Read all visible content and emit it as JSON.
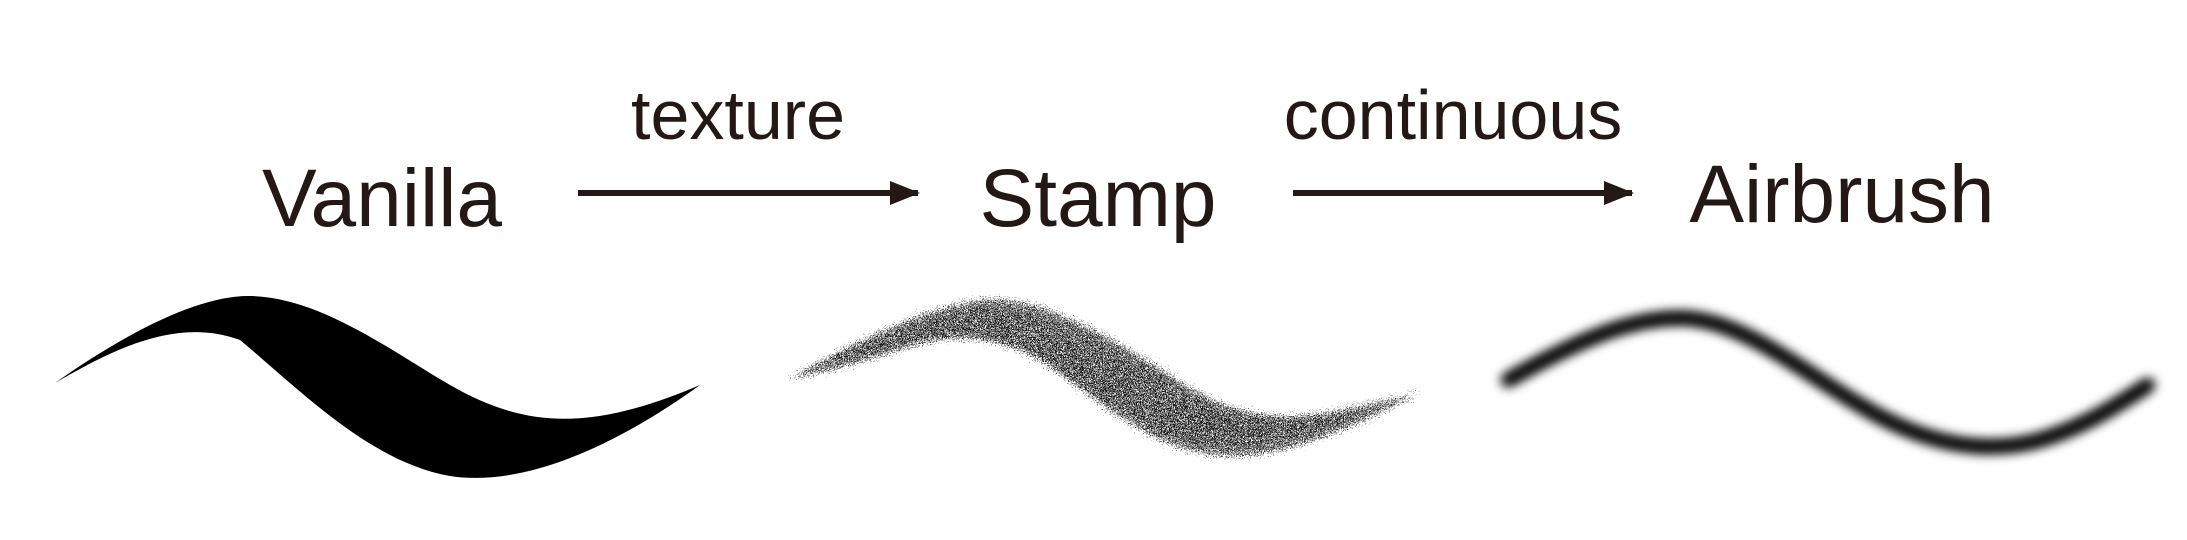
{
  "stages": [
    {
      "id": "vanilla",
      "label": "Vanilla"
    },
    {
      "id": "stamp",
      "label": "Stamp"
    },
    {
      "id": "airbrush",
      "label": "Airbrush"
    }
  ],
  "edges": [
    {
      "from": "vanilla",
      "to": "stamp",
      "label": "texture"
    },
    {
      "from": "stamp",
      "to": "airbrush",
      "label": "continuous"
    }
  ],
  "colors": {
    "text": "#231816",
    "stroke": "#000000",
    "background": "#ffffff"
  }
}
